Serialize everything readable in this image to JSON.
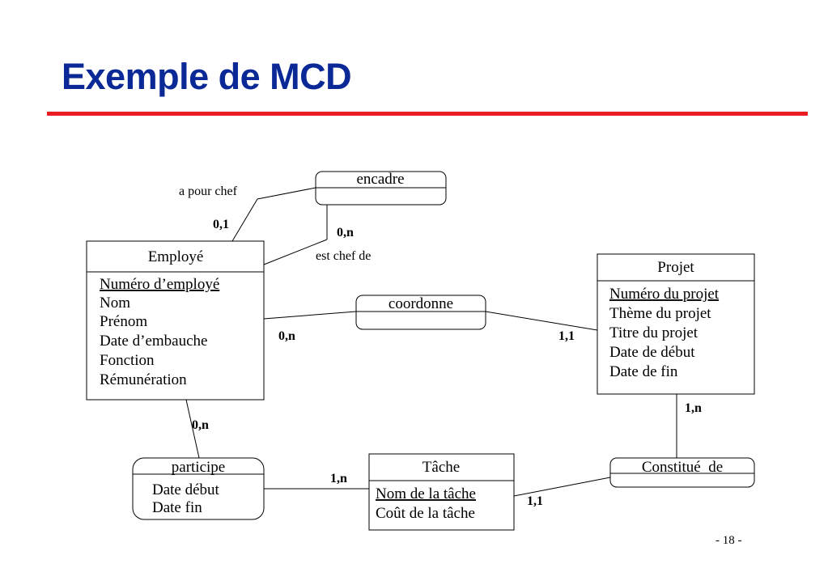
{
  "slide": {
    "title": "Exemple de MCD",
    "page_number": "- 18 -",
    "accent_color": "#ec1c24",
    "title_color": "#0a2896"
  },
  "entities": {
    "employe": {
      "name": "Employé",
      "key": "Numéro d’employé",
      "attributes": [
        "Nom",
        "Prénom",
        "Date d’embauche",
        "Fonction",
        "Rémunération"
      ]
    },
    "projet": {
      "name": "Projet",
      "key": "Numéro du projet",
      "attributes": [
        "Thème du projet",
        "Titre du projet",
        "Date de début",
        "Date de fin"
      ]
    },
    "tache": {
      "name": "Tâche",
      "key": "Nom de la tâche",
      "attributes": [
        "Coût de la tâche"
      ]
    }
  },
  "associations": {
    "encadre": {
      "name": "encadre"
    },
    "coordonne": {
      "name": "coordonne"
    },
    "participe": {
      "name": "participe",
      "attributes": [
        "Date début",
        "Date fin"
      ]
    },
    "constitue_de": {
      "name": "Constitué_de"
    }
  },
  "role_labels": {
    "a_pour_chef": "a pour chef",
    "est_chef_de": "est chef de"
  },
  "cardinalities": {
    "employe_encadre_chef": "0,1",
    "employe_encadre_chef_de": "0,n",
    "employe_coordonne": "0,n",
    "projet_coordonne": "1,1",
    "employe_participe": "0,n",
    "tache_participe": "1,n",
    "projet_constitue": "1,n",
    "tache_constitue": "1,1"
  }
}
